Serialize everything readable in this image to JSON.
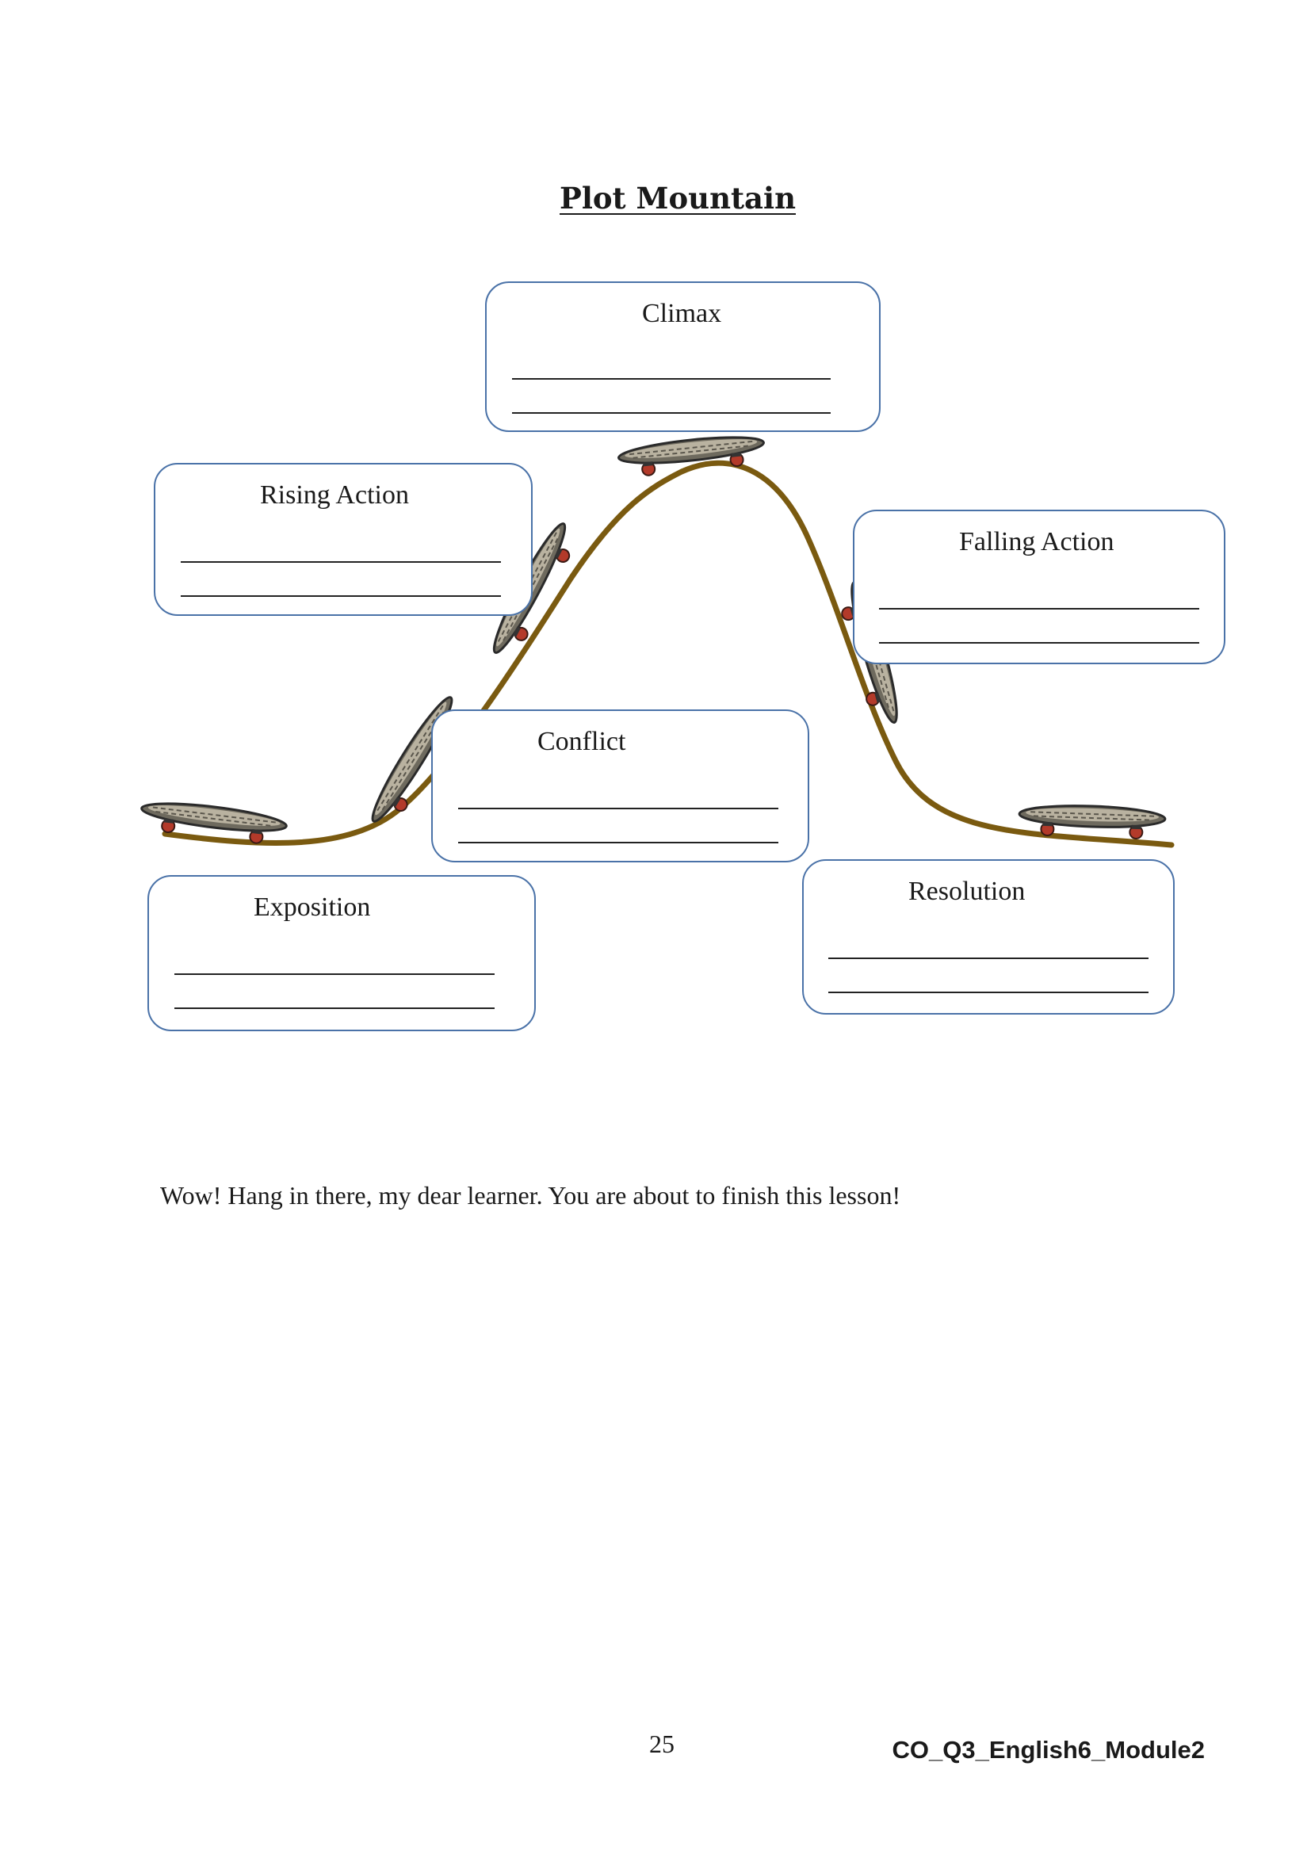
{
  "page": {
    "title": "Plot Mountain",
    "footer_note": "Wow! Hang in there, my dear learner. You are about to finish this lesson!",
    "page_number": "25",
    "module_code": "CO_Q3_English6_Module2"
  },
  "diagram": {
    "stages": {
      "climax": "Climax",
      "rising_action": "Rising Action",
      "falling_action": "Falling Action",
      "conflict": "Conflict",
      "exposition": "Exposition",
      "resolution": "Resolution"
    },
    "curve_color": "#7a5a10",
    "box_border_color": "#4a72a8",
    "icon": "skateboard-icon"
  }
}
